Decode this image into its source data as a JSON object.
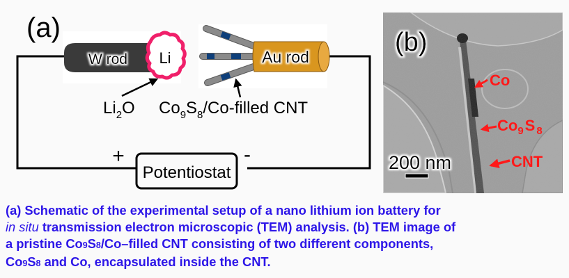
{
  "panel_a": {
    "label": "(a)",
    "w_rod_label": "W rod",
    "li_label": "Li",
    "li2o_label": {
      "main": "Li",
      "sub": "2",
      "tail": "O"
    },
    "cnt_label": {
      "p1": "Co",
      "s1": "9",
      "p2": "S",
      "s2": "8",
      "tail": "/Co-filled CNT"
    },
    "au_rod_label": "Au rod",
    "potentiostat_label": "Potentiostat",
    "plus_label": "+",
    "minus_label": "-"
  },
  "panel_b": {
    "label": "(b)",
    "co_label": "Co",
    "co9s8_label": {
      "p1": "Co",
      "s1": "9",
      "p2": "S",
      "s2": "8"
    },
    "cnt_label": "CNT",
    "scale_bar_label": "200 nm"
  },
  "colors": {
    "caption": "#2d16e8",
    "annotation_red": "#ff1a1a",
    "li_outline": "#f0206a",
    "au_rod": "#d9961f",
    "w_rod": "#3a3a3a",
    "cnt_gray": "#8a8a8a",
    "cnt_blue": "#0e3f7a"
  },
  "caption": {
    "line1": "(a) Schematic of the experimental setup of a nano lithium ion battery for",
    "line2_italic": "in situ",
    "line2_rest": " transmission electron microscopic (TEM) analysis. (b) TEM image of",
    "line3_a": "a pristine Co",
    "line3_s1": "9",
    "line3_b": "S",
    "line3_s2": "8",
    "line3_c": "/Co–filled CNT consisting of two different components,",
    "line4_a": "Co",
    "line4_s1": "9",
    "line4_b": "S",
    "line4_s2": "8",
    "line4_c": " and Co, encapsulated inside the CNT."
  }
}
